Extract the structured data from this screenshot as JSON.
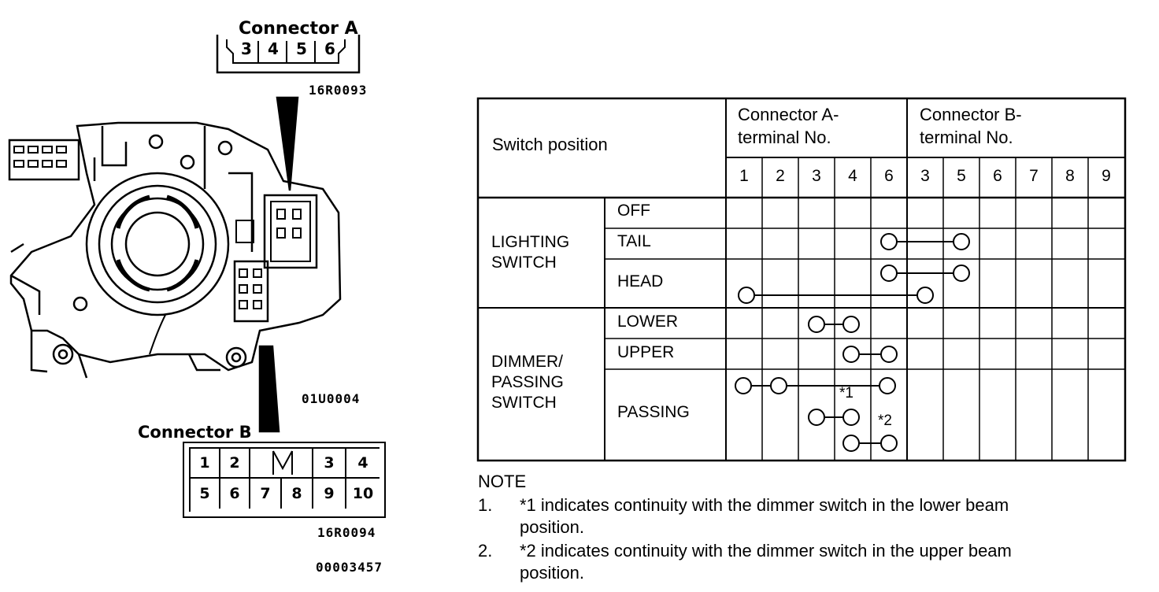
{
  "left": {
    "connector_a": {
      "title": "Connector A",
      "pins": [
        "3",
        "4",
        "5",
        "6"
      ],
      "code": "16R0093"
    },
    "assembly_code": "01U0004",
    "connector_b": {
      "title": "Connector B",
      "top_pins": [
        "1",
        "2",
        "3",
        "4"
      ],
      "bottom_pins": [
        "5",
        "6",
        "7",
        "8",
        "9",
        "10"
      ],
      "code": "16R0094"
    },
    "figure_code": "00003457"
  },
  "table": {
    "switch_position_header": "Switch position",
    "conn_a_header_line1": "Connector A-",
    "conn_a_header_line2": "terminal No.",
    "conn_b_header_line1": "Connector B-",
    "conn_b_header_line2": "terminal No.",
    "conn_a_terminals": [
      "1",
      "2",
      "3",
      "4",
      "6"
    ],
    "conn_b_terminals": [
      "3",
      "5",
      "6",
      "7",
      "8",
      "9"
    ],
    "groups": [
      {
        "line1": "LIGHTING",
        "line2": "SWITCH",
        "line3": ""
      },
      {
        "line1": "DIMMER/",
        "line2": "PASSING",
        "line3": "SWITCH"
      }
    ],
    "positions": [
      "OFF",
      "TAIL",
      "HEAD",
      "LOWER",
      "UPPER",
      "PASSING"
    ],
    "marks": [
      "*1",
      "*2"
    ]
  },
  "notes": {
    "title": "NOTE",
    "items": [
      {
        "num": "1.",
        "line1": "*1 indicates continuity with the dimmer switch in the lower beam",
        "line2": "position."
      },
      {
        "num": "2.",
        "line1": "*2 indicates continuity with the dimmer switch in the upper beam",
        "line2": "position."
      }
    ]
  }
}
